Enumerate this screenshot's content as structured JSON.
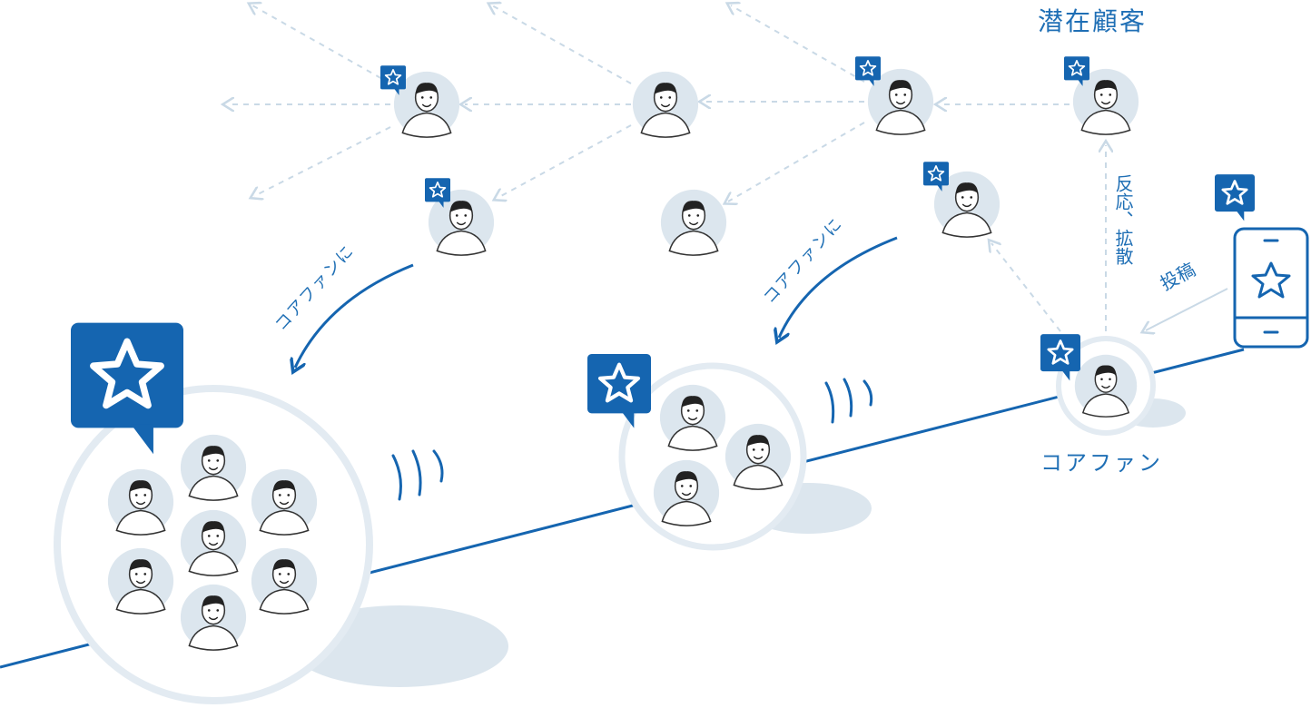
{
  "labels": {
    "potential_customers": "潜在顧客",
    "core_fan": "コアファン",
    "reaction_spread": "反応、拡散",
    "post": "投稿",
    "become_core_fan_1": "コアファンに",
    "become_core_fan_2": "コアファンに"
  },
  "colors": {
    "accent": "#1565b0",
    "dashed": "#c9d9e6",
    "avatar_bg": "#dce6ee",
    "halo": "#e3ebf2"
  }
}
